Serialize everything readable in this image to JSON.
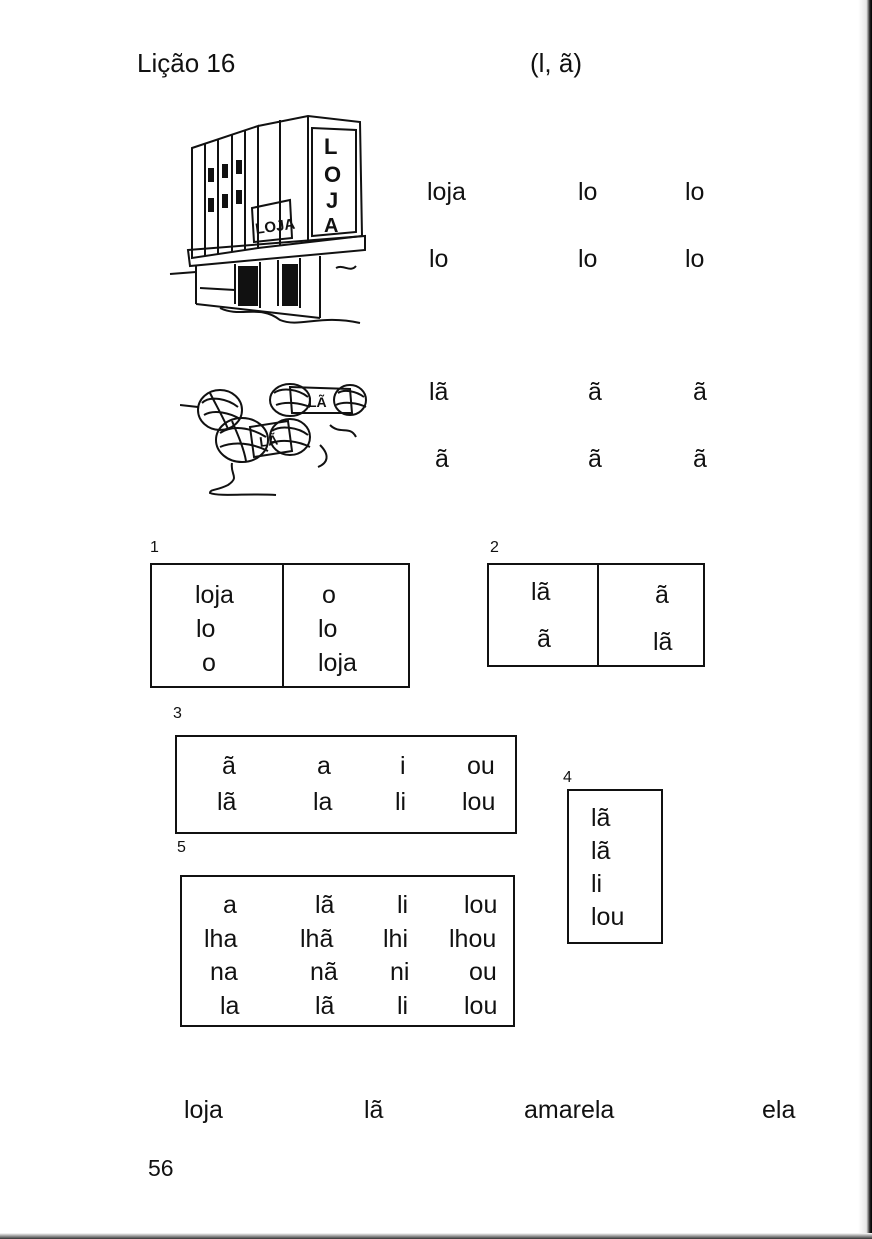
{
  "header": {
    "lesson": "Lição  16",
    "letters": "(l, ã)"
  },
  "illustrations": {
    "store": {
      "icon": "store-building-icon",
      "sign_text": "LOJA"
    },
    "wool": {
      "icon": "yarn-balls-icon",
      "label_text": "LÃ"
    }
  },
  "practice": {
    "row1": [
      "loja",
      "lo",
      "lo"
    ],
    "row2": [
      "lo",
      "lo",
      "lo"
    ],
    "row3": [
      "lã",
      "ã",
      "ã"
    ],
    "row4": [
      "ã",
      "ã",
      "ã"
    ]
  },
  "exercise1": {
    "number": "1",
    "left": [
      "loja",
      "lo",
      "o"
    ],
    "right": [
      "o",
      "lo",
      "loja"
    ]
  },
  "exercise2": {
    "number": "2",
    "left": [
      "lã",
      "ã"
    ],
    "right": [
      "ã",
      "lã"
    ]
  },
  "exercise3": {
    "number": "3",
    "rows": [
      [
        "ã",
        "a",
        "i",
        "ou"
      ],
      [
        "lã",
        "la",
        "li",
        "lou"
      ]
    ]
  },
  "exercise4": {
    "number": "4",
    "items": [
      "lã",
      "lã",
      "li",
      "lou"
    ]
  },
  "exercise5": {
    "number": "5",
    "rows": [
      [
        "a",
        "lã",
        "li",
        "lou"
      ],
      [
        "lha",
        "lhã",
        "lhi",
        "lhou"
      ],
      [
        "na",
        "nã",
        "ni",
        "ou"
      ],
      [
        "la",
        "lã",
        "li",
        "lou"
      ]
    ]
  },
  "footer_words": [
    "loja",
    "lã",
    "amarela",
    "ela"
  ],
  "page_number": "56"
}
